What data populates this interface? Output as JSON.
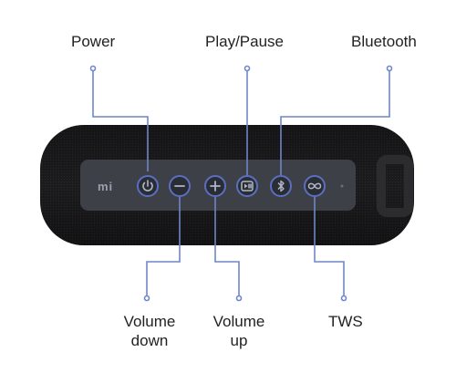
{
  "diagram": {
    "brand_logo_text": "mi",
    "labels": {
      "power": "Power",
      "play_pause": "Play/Pause",
      "bluetooth": "Bluetooth",
      "volume_down_1": "Volume",
      "volume_down_2": "down",
      "volume_up_1": "Volume",
      "volume_up_2": "up",
      "tws": "TWS"
    },
    "colors": {
      "callout_line": "#6f86c8",
      "button_ring": "#5a6fc0",
      "speaker_body": "#1b1b1d",
      "control_panel": "#3d4147",
      "button_fill": "#2a2d33",
      "icon": "#aeb6c7"
    },
    "icons": [
      "power-icon",
      "minus-icon",
      "plus-icon",
      "play-pause-icon",
      "bluetooth-icon",
      "tws-icon"
    ]
  }
}
